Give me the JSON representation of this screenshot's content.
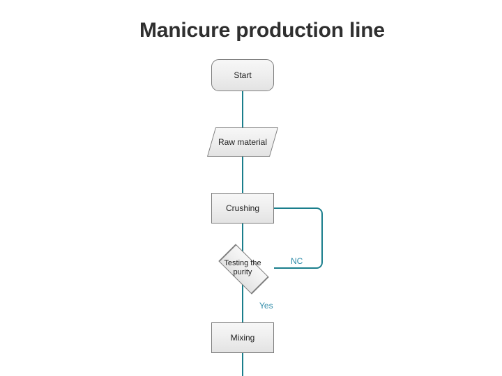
{
  "title": "Manicure production line",
  "theme": {
    "background": "#ffffff",
    "title_color": "#2f2f2f",
    "node_fill_top": "#f7f7f7",
    "node_fill_bottom": "#e3e3e3",
    "node_border": "#7d7d7d",
    "node_text": "#1f1f1f",
    "connector_color": "#1a7e8c",
    "edge_label_color": "#2e8ba8"
  },
  "flowchart": {
    "nodes": [
      {
        "id": "start",
        "label": "Start",
        "shape": "terminator"
      },
      {
        "id": "raw",
        "label": "Raw material",
        "shape": "data"
      },
      {
        "id": "crushing",
        "label": "Crushing",
        "shape": "process"
      },
      {
        "id": "testing",
        "label": "Testing the purity",
        "shape": "decision",
        "label_line_1": "Testing the",
        "label_line_2": "purity"
      },
      {
        "id": "mixing",
        "label": "Mixing",
        "shape": "process"
      }
    ],
    "edge_labels": [
      {
        "id": "nc",
        "label": "NC",
        "from": "testing",
        "to": "crushing"
      },
      {
        "id": "yes",
        "label": "Yes",
        "from": "testing",
        "to": "mixing"
      }
    ]
  }
}
